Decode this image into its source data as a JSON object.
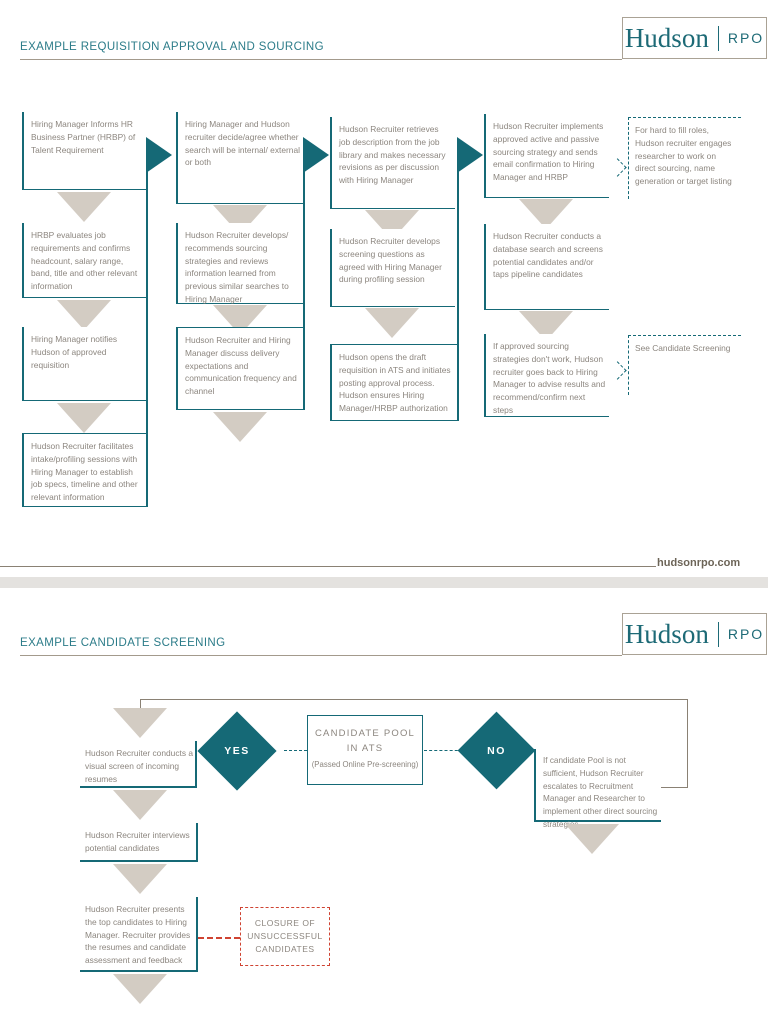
{
  "colors": {
    "teal": "#156976",
    "logo_teal": "#1d6a76",
    "body_text": "#8c867f",
    "arrow_gray": "#d3ccc3",
    "line_tan": "#8a8174",
    "closure_red": "#cf4332"
  },
  "p1": {
    "title": "EXAMPLE REQUISITION APPROVAL AND SOURCING",
    "logo_name": "Hudson",
    "logo_suffix": "RPO",
    "cols": [
      {
        "boxes": [
          "Hiring Manager Informs HR Business Partner (HRBP) of Talent Requirement",
          "HRBP evaluates job requirements and confirms headcount, salary range, band, title and other relevant information",
          "Hiring Manager notifies Hudson of approved requisition",
          "Hudson Recruiter facilitates intake/profiling sessions with Hiring Manager to establish job specs, timeline and other relevant information"
        ]
      },
      {
        "boxes": [
          "Hiring Manager and Hudson recruiter decide/agree whether search will be internal/ external or both",
          "Hudson Recruiter develops/ recommends sourcing strategies and reviews information learned from previous similar searches to Hiring Manager",
          "Hudson Recruiter and Hiring Manager discuss delivery expectations and communication frequency and channel"
        ]
      },
      {
        "boxes": [
          "Hudson Recruiter retrieves job description from the job library and makes necessary revisions as per discussion with Hiring Manager",
          "Hudson Recruiter develops screening questions as agreed with Hiring Manager during profiling session",
          "Hudson opens the draft requisition in ATS and initiates posting approval process. Hudson ensures Hiring Manager/HRBP authorization"
        ]
      },
      {
        "boxes": [
          "Hudson Recruiter implements approved active and passive sourcing strategy and sends email confirmation to Hiring Manager and HRBP",
          "Hudson Recruiter conducts a database search and screens potential candidates and/or taps pipeline candidates",
          "If approved sourcing strategies don't work, Hudson recruiter goes back to Hiring Manager to advise results and recommend/confirm next steps"
        ]
      }
    ],
    "notes": [
      "For hard to fill roles, Hudson recruiter engages researcher to work on direct sourcing, name generation or target listing",
      "See Candidate Screening"
    ],
    "footer_link": "hudsonrpo.com"
  },
  "p2": {
    "title": "EXAMPLE CANDIDATE SCREENING",
    "logo_name": "Hudson",
    "logo_suffix": "RPO",
    "yes": "YES",
    "no": "NO",
    "pool_line1": "CANDIDATE POOL",
    "pool_line2": "IN ATS",
    "pool_sub": "(Passed Online Pre-screening)",
    "steps": [
      "Hudson Recruiter conducts a visual screen of incoming resumes",
      "Hudson Recruiter interviews potential candidates",
      "Hudson Recruiter presents the top candidates to Hiring Manager. Recruiter provides the resumes and candidate assessment and feedback"
    ],
    "escalation": "If candidate Pool is not sufficient, Hudson Recruiter escalates to Recruitment Manager and Researcher to implement other direct sourcing strategies",
    "closure": "CLOSURE OF UNSUCCESSFUL CANDIDATES"
  }
}
